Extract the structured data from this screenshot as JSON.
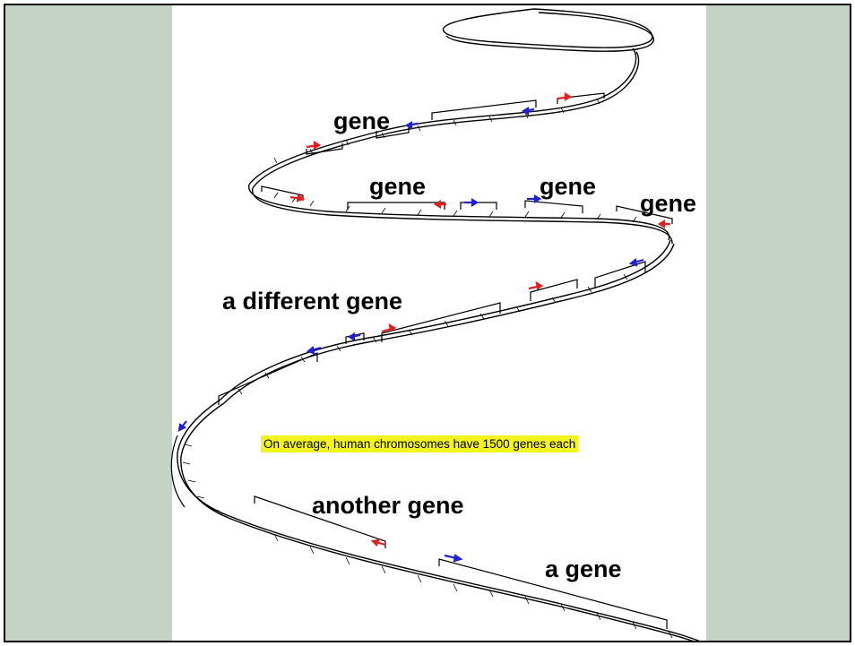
{
  "caption": "On average, human chromosomes have 1500 genes each",
  "labels": {
    "gene_1": "gene",
    "gene_2": "gene",
    "gene_3": "gene",
    "gene_4": "gene",
    "different_gene": "a different  gene",
    "another_gene": "another gene",
    "a_gene": "a gene"
  },
  "colors": {
    "background": "#c4d4c4",
    "panel": "#ffffff",
    "highlight": "#f3f31e",
    "arrow_forward": "#e02020",
    "arrow_reverse": "#2020d0"
  }
}
